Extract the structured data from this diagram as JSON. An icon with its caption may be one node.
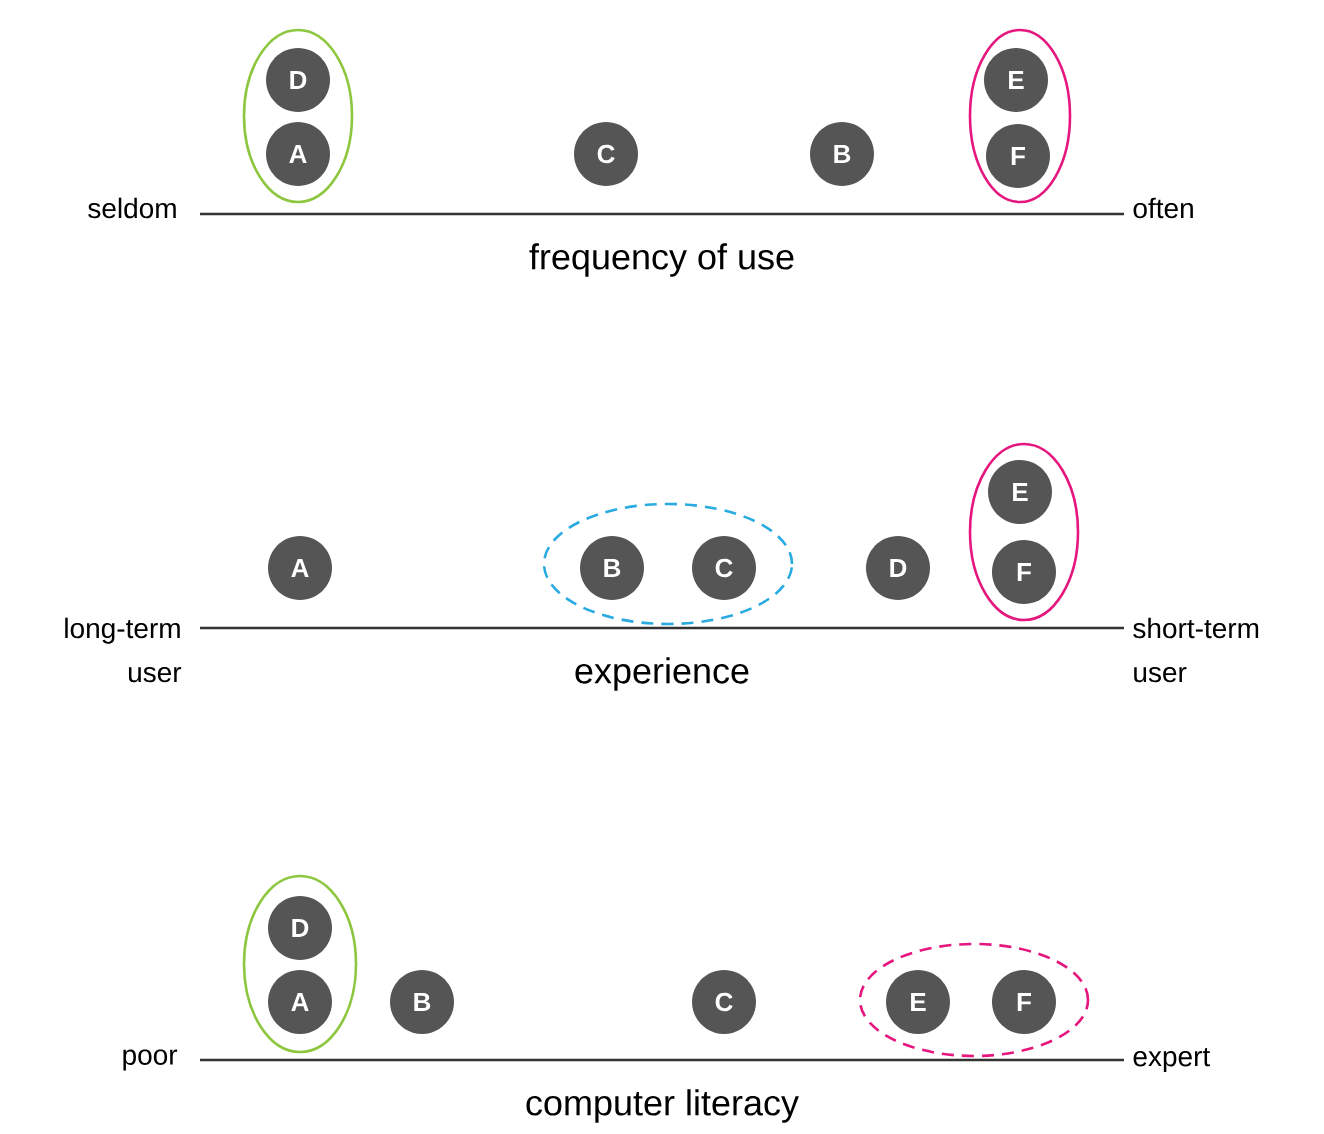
{
  "diagram": {
    "nodes": [
      {
        "text": [],
        "shape": "ellipse"
      },
      {
        "text": [
          "D"
        ],
        "in": 0
      },
      {
        "text": [
          "A"
        ],
        "in": 0
      },
      {
        "text": [
          "C"
        ]
      },
      {
        "text": [
          "B"
        ]
      },
      {
        "text": [],
        "shape": "ellipse"
      },
      {
        "text": [
          "E"
        ],
        "in": 5
      },
      {
        "text": [
          "F"
        ],
        "in": 5
      },
      {
        "text": [
          "A"
        ]
      },
      {
        "text": [],
        "shape": "ellipse"
      },
      {
        "text": [
          "B"
        ],
        "in": 9
      },
      {
        "text": [
          "C"
        ],
        "in": 9
      },
      {
        "text": [
          "D"
        ]
      },
      {
        "text": [],
        "shape": "ellipse"
      },
      {
        "text": [
          "E"
        ],
        "in": 13
      },
      {
        "text": [
          "F"
        ],
        "in": 13
      },
      {
        "text": [],
        "shape": "ellipse"
      },
      {
        "text": [
          "D"
        ],
        "in": 16
      },
      {
        "text": [
          "A"
        ],
        "in": 16
      },
      {
        "text": [
          "B"
        ]
      },
      {
        "text": [
          "C"
        ]
      },
      {
        "text": [],
        "shape": "ellipse"
      },
      {
        "text": [
          "E"
        ],
        "in": 21
      },
      {
        "text": [
          "F"
        ],
        "in": 21
      }
    ],
    "labels": [
      "seldom",
      "often",
      "frequency of use",
      "long-term user",
      "short-term user",
      "experience",
      "poor",
      "expert",
      "computer literacy"
    ]
  }
}
